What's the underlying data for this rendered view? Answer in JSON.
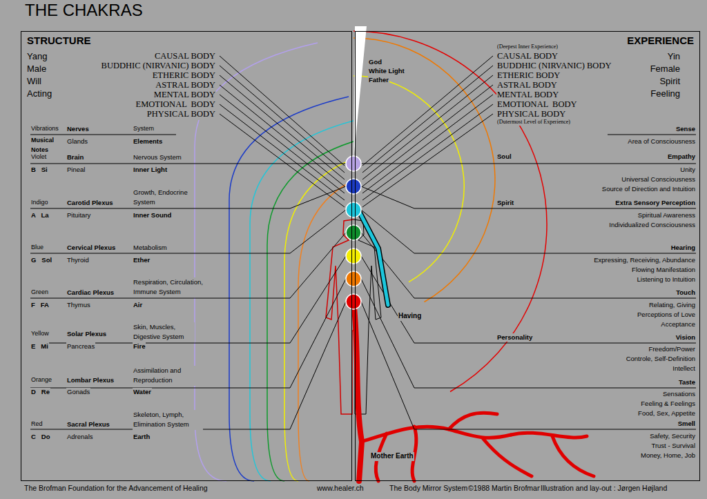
{
  "diagram": {
    "title": "THE CHAKRAS",
    "nodes": [
      {
        "text": [
          "STRUCTURE"
        ]
      },
      {
        "text": [
          "EXPERIENCE"
        ]
      }
    ],
    "labels": [
      "Yang",
      "Male",
      "Will",
      "Acting",
      "CAUSAL BODY",
      "BUDDHIC (NIRVANIC) BODY",
      "ETHERIC BODY",
      "ASTRAL BODY",
      "MENTAL BODY",
      "EMOTIONAL  BODY",
      "PHYSICAL BODY",
      "Vibrations",
      "Nerves",
      "System",
      "Musical Notes",
      "Glands",
      "Elements",
      "Violet",
      "Brain",
      "Nervous System",
      "B   Si",
      "Pineal",
      "Inner Light",
      "Growth, Endocrine System",
      "Indigo",
      "Carotid Plexus",
      "A   La",
      "Pituitary",
      "Inner Sound",
      "Blue",
      "Cervical Plexus",
      "Metabolism",
      "G   Sol",
      "Thyroid",
      "Ether",
      "Respiration, Circulation, Immune System",
      "Green",
      "Cardiac Plexus",
      "F   FA",
      "Thymus",
      "Air",
      "Skin, Muscles, Digestive System",
      "Yellow",
      "Solar Plexus",
      "E   Mi",
      "Pancreas",
      "Fire",
      "Assimilation and Reproduction",
      "Orange",
      "Lombar Plexus",
      "D   Re",
      "Gonads",
      "Water",
      "Skeleton, Lymph, Elimination System",
      "Red",
      "Sacral Plexus",
      "C   Do",
      "Adrenals",
      "Earth",
      "Yin",
      "Female",
      "Spirit",
      "Feeling",
      "(Deepest Inner Experience)",
      "CAUSAL BODY",
      "BUDDHIC (NIRVANIC) BODY",
      "ETHERIC BODY",
      "ASTRAL BODY",
      "MENTAL BODY",
      "EMOTIONAL  BODY",
      "PHYSICAL BODY",
      "(Dutermost Level of Experience)",
      "God",
      "White Light",
      "Father",
      "Sense",
      "Area of Consciousness",
      "Soul",
      "Empathy",
      "Unity",
      "Universal Consciousness",
      "Source of Direction and Intuition",
      "Spirit",
      "Extra Sensory Perception",
      "Spiritual Awareness",
      "Individualized Consciousness",
      "Hearing",
      "Expressing, Receiving, Abundance",
      "Flowing Manifestation",
      "Listening to Intuition",
      "Touch",
      "Relating, Giving",
      "Perceptions of Love",
      "Acceptance",
      "Personality",
      "Vision",
      "Freedom/Power",
      "Controle, Self-Definition",
      "Intellect",
      "Taste",
      "Sensations",
      "Feeling & Feelings",
      "Food, Sex, Appetite",
      "Smell",
      "Safety, Security",
      "Trust - Survival",
      "Money, Home, Job",
      "Having",
      "Mother Earth",
      "The Brofman Foundation for the Advancement of Healing",
      "www.healer.ch",
      "The Body Mirror System",
      "©1988 Martin Brofman",
      "Illustration and lay-out : Jørgen Højland"
    ]
  }
}
